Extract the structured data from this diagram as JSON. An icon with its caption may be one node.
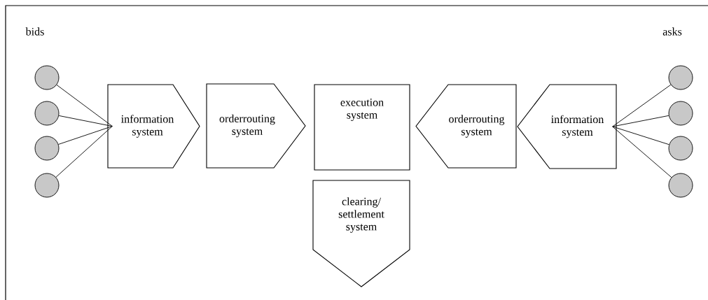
{
  "diagram": {
    "nodes": [
      {
        "text": [],
        "shape": "circle"
      },
      {
        "text": [],
        "shape": "circle"
      },
      {
        "text": [],
        "shape": "circle"
      },
      {
        "text": [],
        "shape": "circle"
      },
      {
        "text": [
          "information system"
        ]
      },
      {
        "text": [
          "orderrouting system"
        ]
      },
      {
        "text": [
          "execution system"
        ]
      },
      {
        "text": [
          "clearing/ settlement system"
        ]
      },
      {
        "text": [
          "orderrouting system"
        ]
      },
      {
        "text": [
          "information system"
        ]
      },
      {
        "text": [],
        "shape": "circle"
      },
      {
        "text": [],
        "shape": "circle"
      },
      {
        "text": [],
        "shape": "circle"
      },
      {
        "text": [],
        "shape": "circle"
      }
    ],
    "edges": [
      {
        "from": 0,
        "to": 4,
        "arrow": "none"
      },
      {
        "from": 1,
        "to": 4,
        "arrow": "none"
      },
      {
        "from": 2,
        "to": 4,
        "arrow": "none"
      },
      {
        "from": 3,
        "to": 4,
        "arrow": "none"
      },
      {
        "from": 10,
        "to": 9,
        "arrow": "none"
      },
      {
        "from": 11,
        "to": 9,
        "arrow": "none"
      },
      {
        "from": 12,
        "to": 9,
        "arrow": "none"
      },
      {
        "from": 13,
        "to": 9,
        "arrow": "none"
      }
    ],
    "labels": [
      "bids",
      "asks"
    ]
  }
}
